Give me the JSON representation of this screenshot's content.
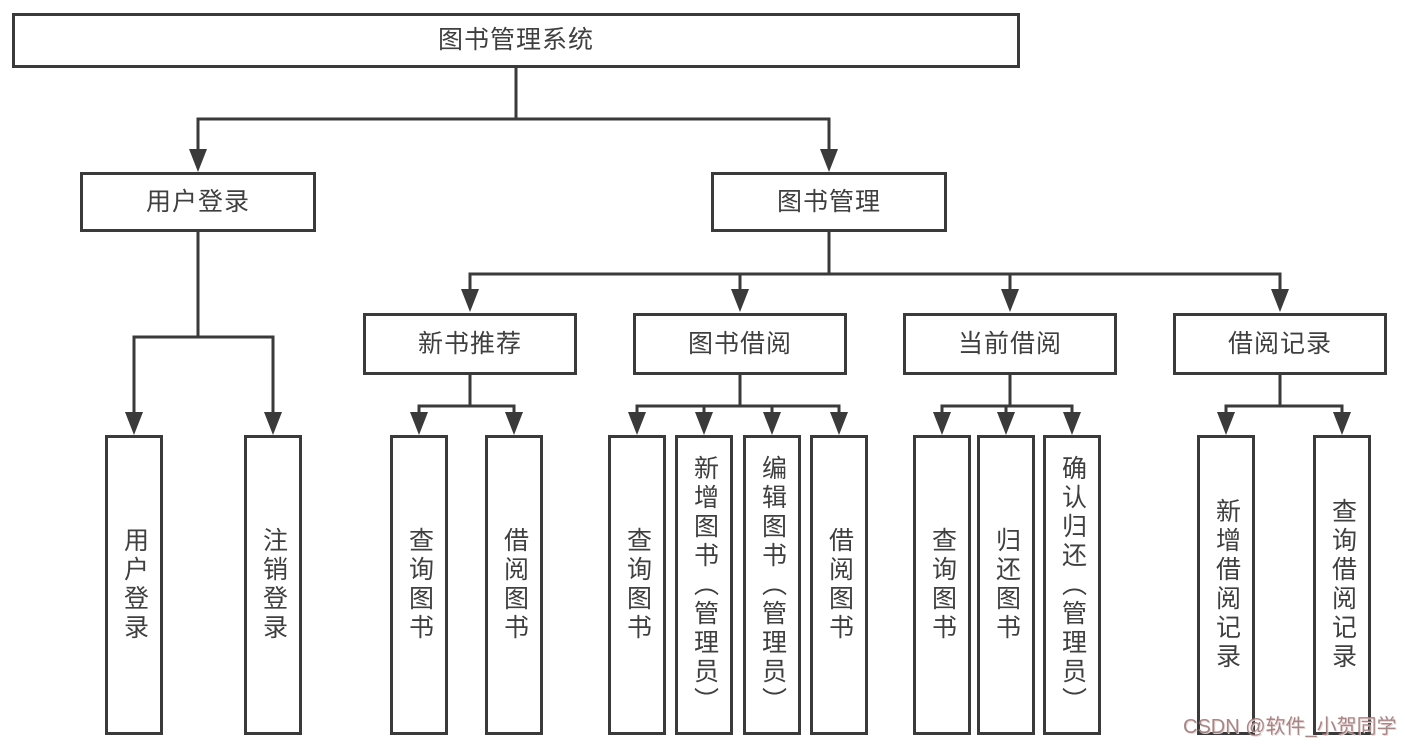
{
  "diagram": {
    "root": "图书管理系统",
    "branches": [
      {
        "label": "用户登录",
        "children": [
          "用户登录",
          "注销登录"
        ]
      },
      {
        "label": "图书管理",
        "groups": [
          {
            "label": "新书推荐",
            "children": [
              "查询图书",
              "借阅图书"
            ]
          },
          {
            "label": "图书借阅",
            "children": [
              "查询图书",
              "新增图书（管理员）",
              "编辑图书（管理员）",
              "借阅图书"
            ]
          },
          {
            "label": "当前借阅",
            "children": [
              "查询图书",
              "归还图书",
              "确认归还（管理员）"
            ]
          },
          {
            "label": "借阅记录",
            "children": [
              "新增借阅记录",
              "查询借阅记录"
            ]
          }
        ]
      }
    ]
  },
  "watermark": {
    "text": "CSDN @软件_小贺同学"
  },
  "colors": {
    "line": "#3a3a3a",
    "text": "#3f3f3f",
    "watermark": "#9b8080"
  }
}
